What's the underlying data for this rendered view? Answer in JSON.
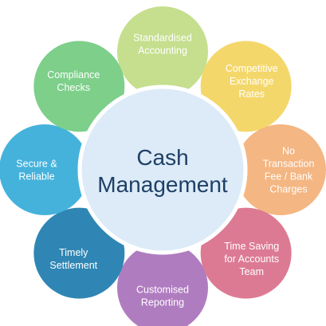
{
  "center": {
    "line1": "Cash",
    "line2": "Management",
    "fill": "#dcebf7",
    "stroke": "#ffffff",
    "text_color": "#1f3f66"
  },
  "petals": [
    {
      "id": "standardised-accounting",
      "lines": [
        "Standardised",
        "Accounting"
      ],
      "color": "#c5df8e"
    },
    {
      "id": "competitive-exchange-rates",
      "lines": [
        "Competitive",
        "Exchange",
        "Rates"
      ],
      "color": "#f4d76b"
    },
    {
      "id": "no-transaction-fee",
      "lines": [
        "No",
        "Transaction",
        "Fee / Bank",
        "Charges"
      ],
      "color": "#f4b682"
    },
    {
      "id": "time-saving",
      "lines": [
        "Time Saving",
        "for Accounts",
        "Team"
      ],
      "color": "#dd7a93"
    },
    {
      "id": "customised-reporting",
      "lines": [
        "Customised",
        "Reporting"
      ],
      "color": "#b07cc0"
    },
    {
      "id": "timely-settlement",
      "lines": [
        "Timely",
        "Settlement"
      ],
      "color": "#2f86b4"
    },
    {
      "id": "secure-reliable",
      "lines": [
        "Secure &",
        "Reliable"
      ],
      "color": "#45b2dc"
    },
    {
      "id": "compliance-checks",
      "lines": [
        "Compliance",
        "Checks"
      ],
      "color": "#7dcf8a"
    }
  ]
}
